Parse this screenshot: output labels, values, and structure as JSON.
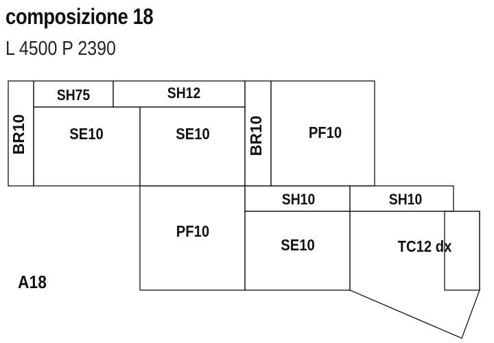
{
  "header": {
    "title": "composizione 18",
    "dimensions": "L 4500 P 2390"
  },
  "code": "A18",
  "modules": {
    "br10_left": "BR10",
    "sh75": "SH75",
    "sh12": "SH12",
    "se10_left": "SE10",
    "se10_mid": "SE10",
    "br10_mid": "BR10",
    "pf10_top": "PF10",
    "sh10_a": "SH10",
    "sh10_b": "SH10",
    "pf10_bottom": "PF10",
    "se10_bottom": "SE10",
    "tc12": "TC12 dx"
  }
}
